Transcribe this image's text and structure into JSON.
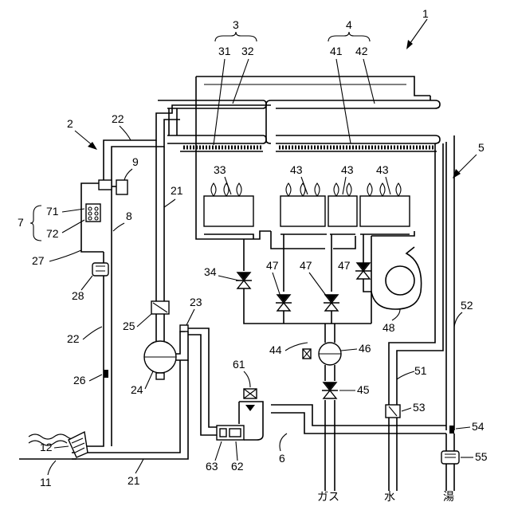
{
  "labels": {
    "n1": "1",
    "n2": "2",
    "n3": "3",
    "n4": "4",
    "n5": "5",
    "n6": "6",
    "n7": "7",
    "n8": "8",
    "n9": "9",
    "n11": "11",
    "n12": "12",
    "n21a": "21",
    "n21b": "21",
    "n22a": "22",
    "n22b": "22",
    "n23": "23",
    "n24": "24",
    "n25": "25",
    "n26": "26",
    "n27": "27",
    "n28": "28",
    "n31": "31",
    "n32": "32",
    "n33": "33",
    "n34": "34",
    "n41": "41",
    "n42": "42",
    "n43a": "43",
    "n43b": "43",
    "n43c": "43",
    "n44": "44",
    "n45": "45",
    "n46": "46",
    "n47a": "47",
    "n47b": "47",
    "n47c": "47",
    "n48": "48",
    "n51": "51",
    "n52": "52",
    "n53": "53",
    "n54": "54",
    "n55": "55",
    "n61": "61",
    "n62": "62",
    "n63": "63",
    "n71": "71",
    "n72": "72",
    "gas": "ガス",
    "water": "水",
    "hot_water": "湯"
  }
}
